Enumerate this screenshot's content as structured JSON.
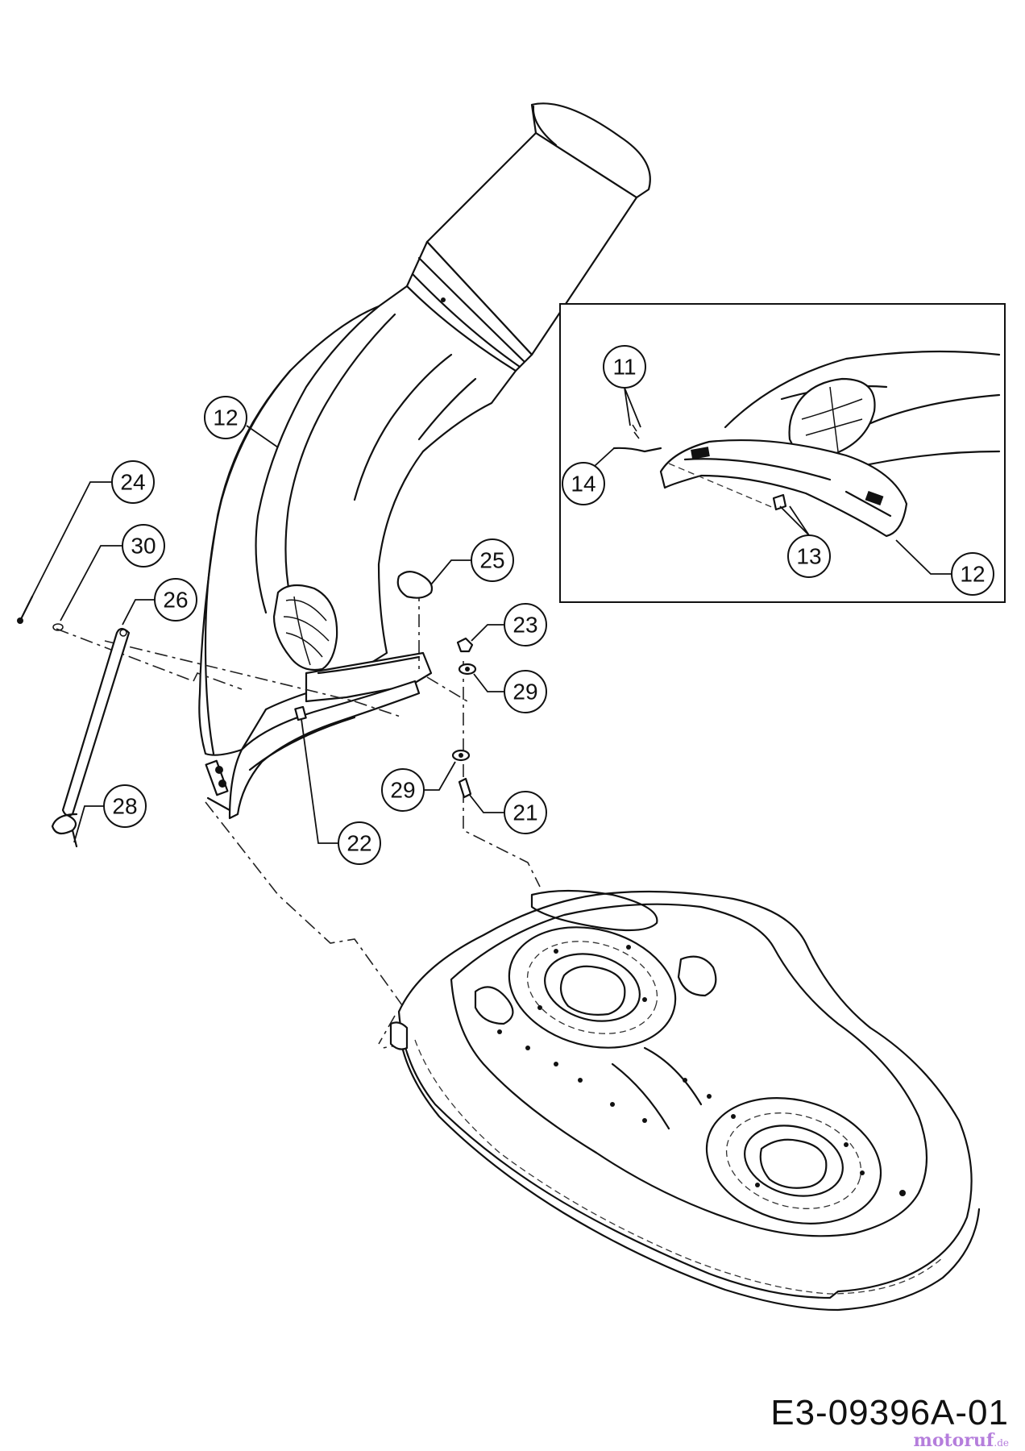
{
  "drawing_code": "E3-09396A-01",
  "watermark": {
    "brand": "motoruf",
    "suffix": ".de"
  },
  "callouts": {
    "c12_main": "12",
    "c24": "24",
    "c30": "30",
    "c26": "26",
    "c28": "28",
    "c25": "25",
    "c23": "23",
    "c29_upper": "29",
    "c29_lower": "29",
    "c21": "21",
    "c22": "22",
    "c11": "11",
    "c14": "14",
    "c13": "13",
    "c12_inset": "12"
  }
}
